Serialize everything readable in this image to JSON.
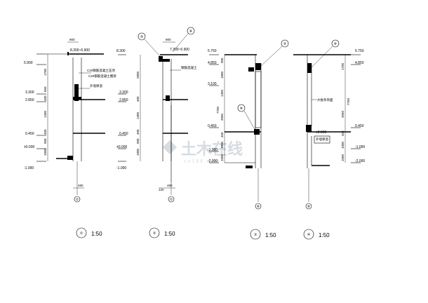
{
  "sheet": {
    "details": [
      {
        "id": "detail-1",
        "levels": [
          "8.300~6.900",
          "5.900",
          "3.300",
          "2.850",
          "0.450",
          "±0.000",
          "-1.000"
        ],
        "dims": [
          "900",
          "1700",
          "850",
          "400",
          "1300",
          "400",
          "900",
          "450",
          "1000",
          "600"
        ],
        "notes": [
          "C20钢筋混凝土压顶",
          "外墙保温",
          "C20钢筋混凝土圈梁"
        ],
        "bottom_dim": "480",
        "axis": "①",
        "title_num": "①",
        "scale": "1:50"
      },
      {
        "id": "detail-2",
        "levels": [
          "8.300",
          "7.300~6.900",
          "3.300",
          "2.850",
          "0.450",
          "±0.000",
          "-1.000"
        ],
        "dims": [
          "900",
          "2800",
          "400",
          "1300",
          "400",
          "900",
          "450",
          "1000"
        ],
        "notes": [
          "钢筋混凝土"
        ],
        "bottom_dims": [
          "120",
          "480"
        ],
        "axis": "①",
        "callouts": [
          "⑤",
          "⑥"
        ],
        "title_num": "②",
        "scale": "1:50"
      },
      {
        "id": "detail-3",
        "levels": [
          "5.750",
          "4.850",
          "3.100",
          "0.450",
          "-1.000",
          "-2.000"
        ],
        "dims": [
          "900",
          "1800",
          "1350",
          "7750",
          "3950",
          "450",
          "1000",
          "1000"
        ],
        "callouts": [
          "⑤",
          "⑥"
        ],
        "axis": "⑥",
        "title_num": "③",
        "scale": "1:50"
      },
      {
        "id": "detail-4",
        "levels": [
          "5.750",
          "4.850",
          "0.450",
          "±0.000",
          "-1.000",
          "-2.000"
        ],
        "dims": [
          "1700",
          "7750",
          "3950",
          "450",
          "1000",
          "1000"
        ],
        "notes": [
          "大板条饰面",
          "外墙保温"
        ],
        "callouts": [
          "⑥"
        ],
        "axis": "⑥",
        "title_num": "④",
        "scale": "1:50"
      }
    ],
    "watermark": {
      "main": "土木在线",
      "sub": "co188.com"
    }
  }
}
